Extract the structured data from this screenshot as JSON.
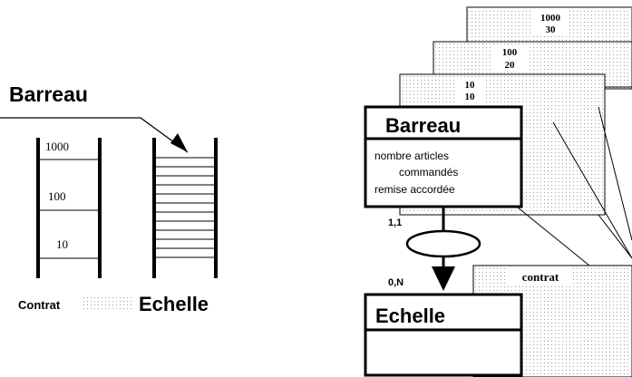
{
  "left": {
    "barreau_label": "Barreau",
    "ladder_a": [
      "1000",
      "100",
      "10"
    ],
    "contrat_label": "Contrat",
    "echelle_label": "Echelle"
  },
  "right": {
    "cards": [
      {
        "line1": "1000",
        "line2": "30"
      },
      {
        "line1": "100",
        "line2": "20"
      },
      {
        "line1": "10",
        "line2": "10"
      }
    ],
    "barreau_box": {
      "title": "Barreau",
      "attrs": [
        "nombre articles",
        "commandés",
        "remise accordée"
      ]
    },
    "card_min": "1,1",
    "card_max": "0,N",
    "contrat_card": "contrat",
    "echelle_box": {
      "title": "Echelle"
    }
  },
  "colors": {
    "line": "#000000",
    "dots": "#9a9a9a",
    "fill": "#ffffff"
  }
}
